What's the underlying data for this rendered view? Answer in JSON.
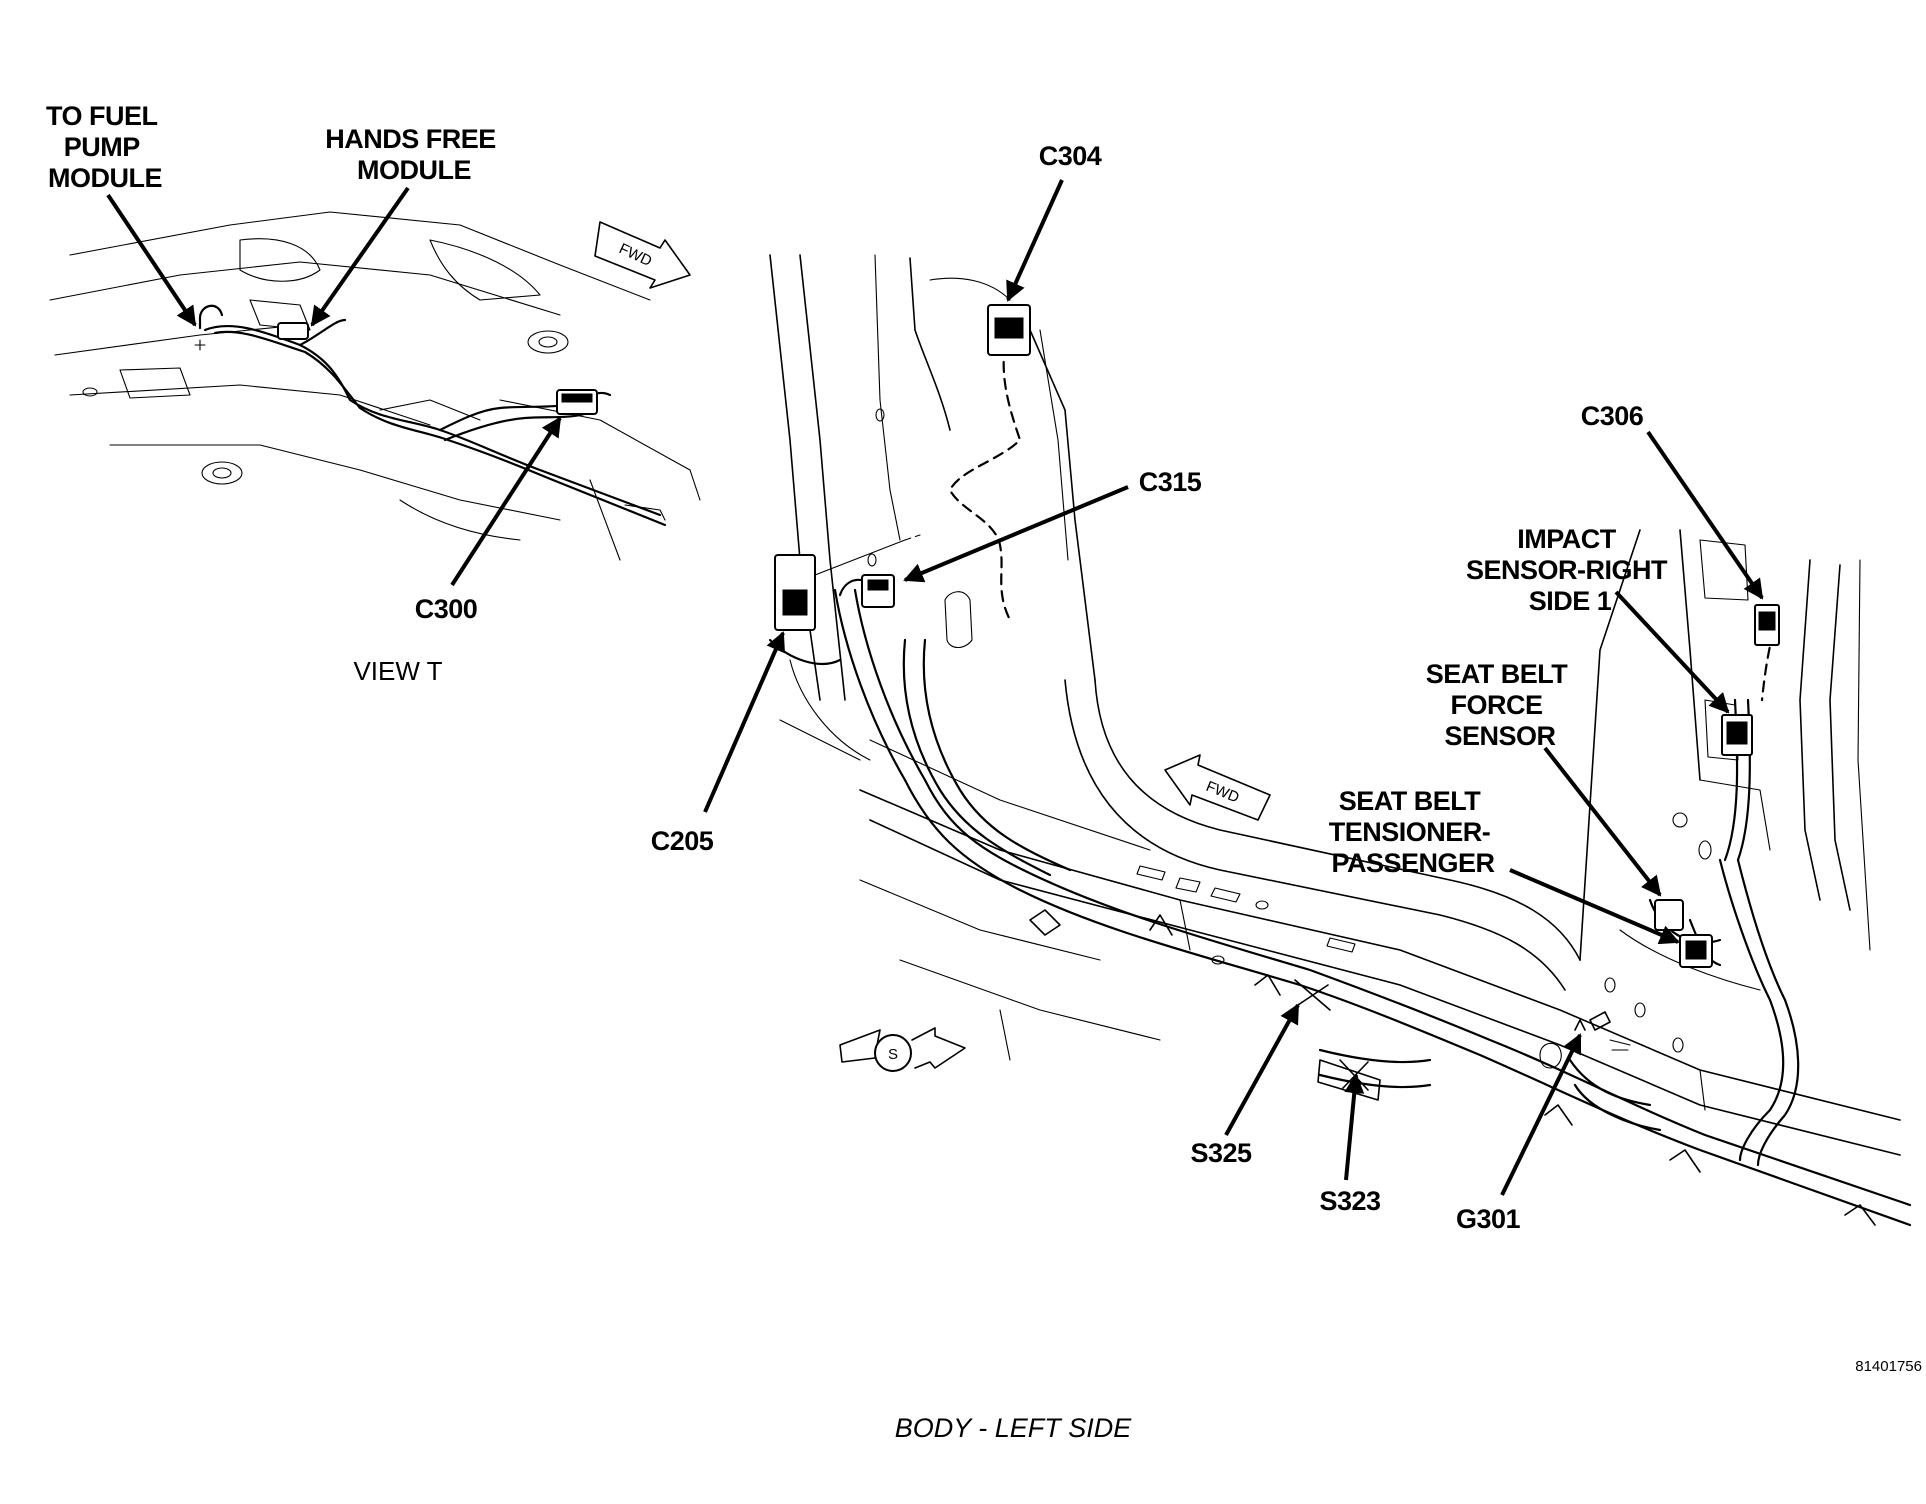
{
  "labels": {
    "to_fuel_pump_module": [
      "TO FUEL",
      "PUMP",
      "MODULE"
    ],
    "hands_free_module": [
      "HANDS FREE",
      "MODULE"
    ],
    "c300": "C300",
    "view_t": "VIEW T",
    "c304": "C304",
    "c315": "C315",
    "c205": "C205",
    "c306": "C306",
    "impact_sensor": [
      "IMPACT",
      "SENSOR-RIGHT",
      "SIDE 1"
    ],
    "seat_belt_force_sensor": [
      "SEAT BELT",
      "FORCE",
      "SENSOR"
    ],
    "seat_belt_tensioner": [
      "SEAT BELT",
      "TENSIONER-",
      "PASSENGER"
    ],
    "s325": "S325",
    "s323": "S323",
    "g301": "G301",
    "fwd_view_t": "FWD",
    "fwd_main": "FWD",
    "s_marker": "S",
    "figure_number": "81401756",
    "caption": "BODY - LEFT SIDE"
  }
}
